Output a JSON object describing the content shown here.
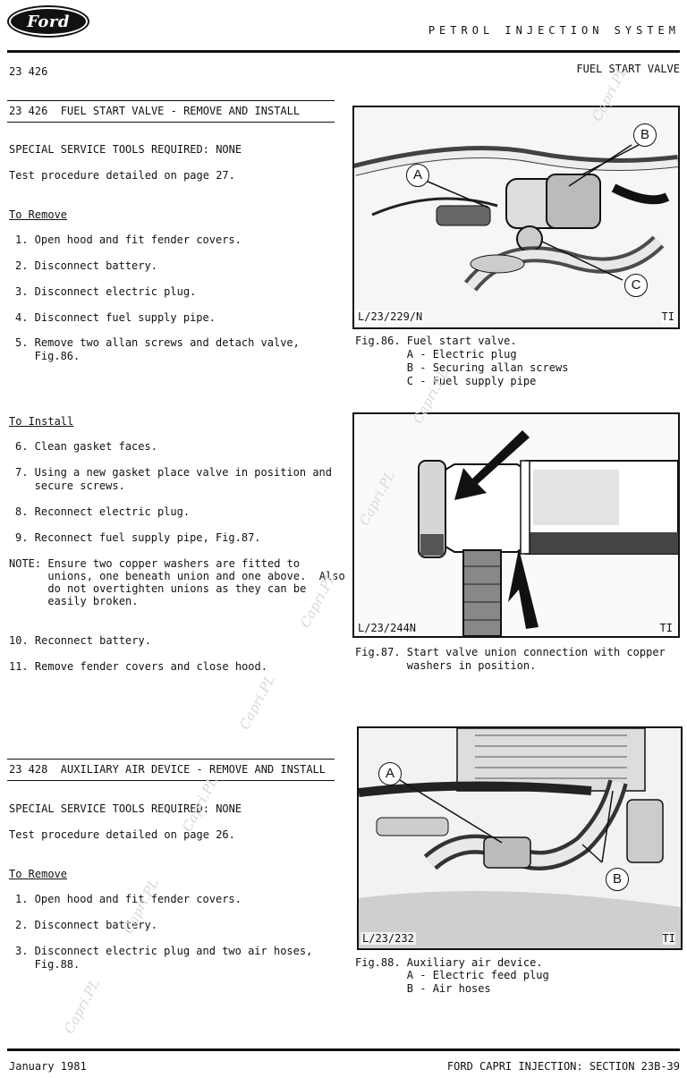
{
  "header": {
    "logo_text": "Ford",
    "title": "PETROL INJECTION SYSTEM",
    "section_number": "23 426",
    "section_name": "FUEL START VALVE"
  },
  "section1": {
    "heading": "23 426  FUEL START VALVE - REMOVE AND INSTALL",
    "tools": "SPECIAL SERVICE TOOLS REQUIRED: NONE",
    "test": "Test procedure detailed on page 27.",
    "remove_heading": "To Remove",
    "remove_steps": [
      "1. Open hood and fit fender covers.",
      "2. Disconnect battery.",
      "3. Disconnect electric plug.",
      "4. Disconnect fuel supply pipe.",
      "5. Remove two allan screws and detach valve,",
      "   Fig.86."
    ],
    "install_heading": "To Install",
    "install_steps": [
      "6. Clean gasket faces.",
      "7. Using a new gasket place valve in position and",
      "   secure screws.",
      "8. Reconnect electric plug.",
      "9. Reconnect fuel supply pipe, Fig.87."
    ],
    "note": [
      "NOTE: Ensure two copper washers are fitted to",
      "      unions, one beneath union and one above.  Also",
      "      do not overtighten unions as they can be",
      "      easily broken."
    ],
    "final_steps": [
      "10. Reconnect battery.",
      "11. Remove fender covers and close hood."
    ]
  },
  "section2": {
    "heading": "23 428  AUXILIARY AIR DEVICE - REMOVE AND INSTALL",
    "tools": "SPECIAL SERVICE TOOLS REQUIRED: NONE",
    "test": "Test procedure detailed on page 26.",
    "remove_heading": "To Remove",
    "remove_steps": [
      "1. Open hood and fit fender covers.",
      "2. Disconnect battery.",
      "3. Disconnect electric plug and two air hoses,",
      "   Fig.88."
    ]
  },
  "figures": {
    "fig86": {
      "code": "L/23/229/N",
      "tag": "TI",
      "labels": [
        "A",
        "B",
        "C"
      ],
      "caption": [
        "Fig.86. Fuel start valve.",
        "        A - Electric plug",
        "        B - Securing allan screws",
        "        C - Fuel supply pipe"
      ]
    },
    "fig87": {
      "code": "L/23/244N",
      "tag": "TI",
      "caption": [
        "Fig.87. Start valve union connection with copper",
        "        washers in position."
      ]
    },
    "fig88": {
      "code": "L/23/232",
      "tag": "TI",
      "labels": [
        "A",
        "B"
      ],
      "caption": [
        "Fig.88. Auxiliary air device.",
        "        A - Electric feed plug",
        "        B - Air hoses"
      ]
    }
  },
  "watermark": "Capri.PL",
  "footer": {
    "date": "January 1981",
    "section": "FORD CAPRI INJECTION: SECTION 23B-39"
  }
}
